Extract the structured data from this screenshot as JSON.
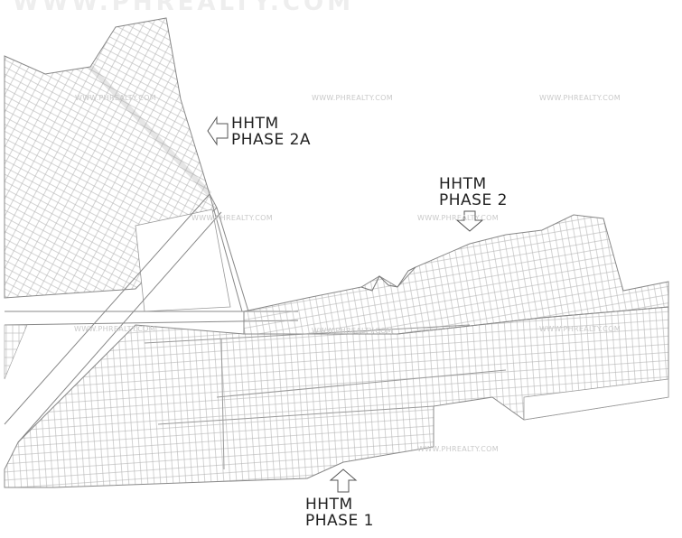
{
  "banner": "WWW.PHREALTY.COM",
  "labels": {
    "phase_2a": {
      "line1": "HHTM",
      "line2": "PHASE 2A"
    },
    "phase_2": {
      "line1": "HHTM",
      "line2": "PHASE 2"
    },
    "phase_1": {
      "line1": "HHTM",
      "line2": "PHASE 1"
    }
  },
  "watermarks": [
    "WWW.PHREALTY.COM",
    "WWW.PHREALTY.COM",
    "WWW.PHREALTY.COM",
    "WWW.PHREALTY.COM",
    "WWW.PHREALTY.COM",
    "WWW.PHREALTY.COM",
    "WWW.PHREALTY.COM",
    "WWW.PHREALTY.COM",
    "WWW.PHREALTY.COM"
  ],
  "colors": {
    "lines": "#8a8a8a",
    "text": "#222222",
    "watermark": "#c9c9c9"
  }
}
